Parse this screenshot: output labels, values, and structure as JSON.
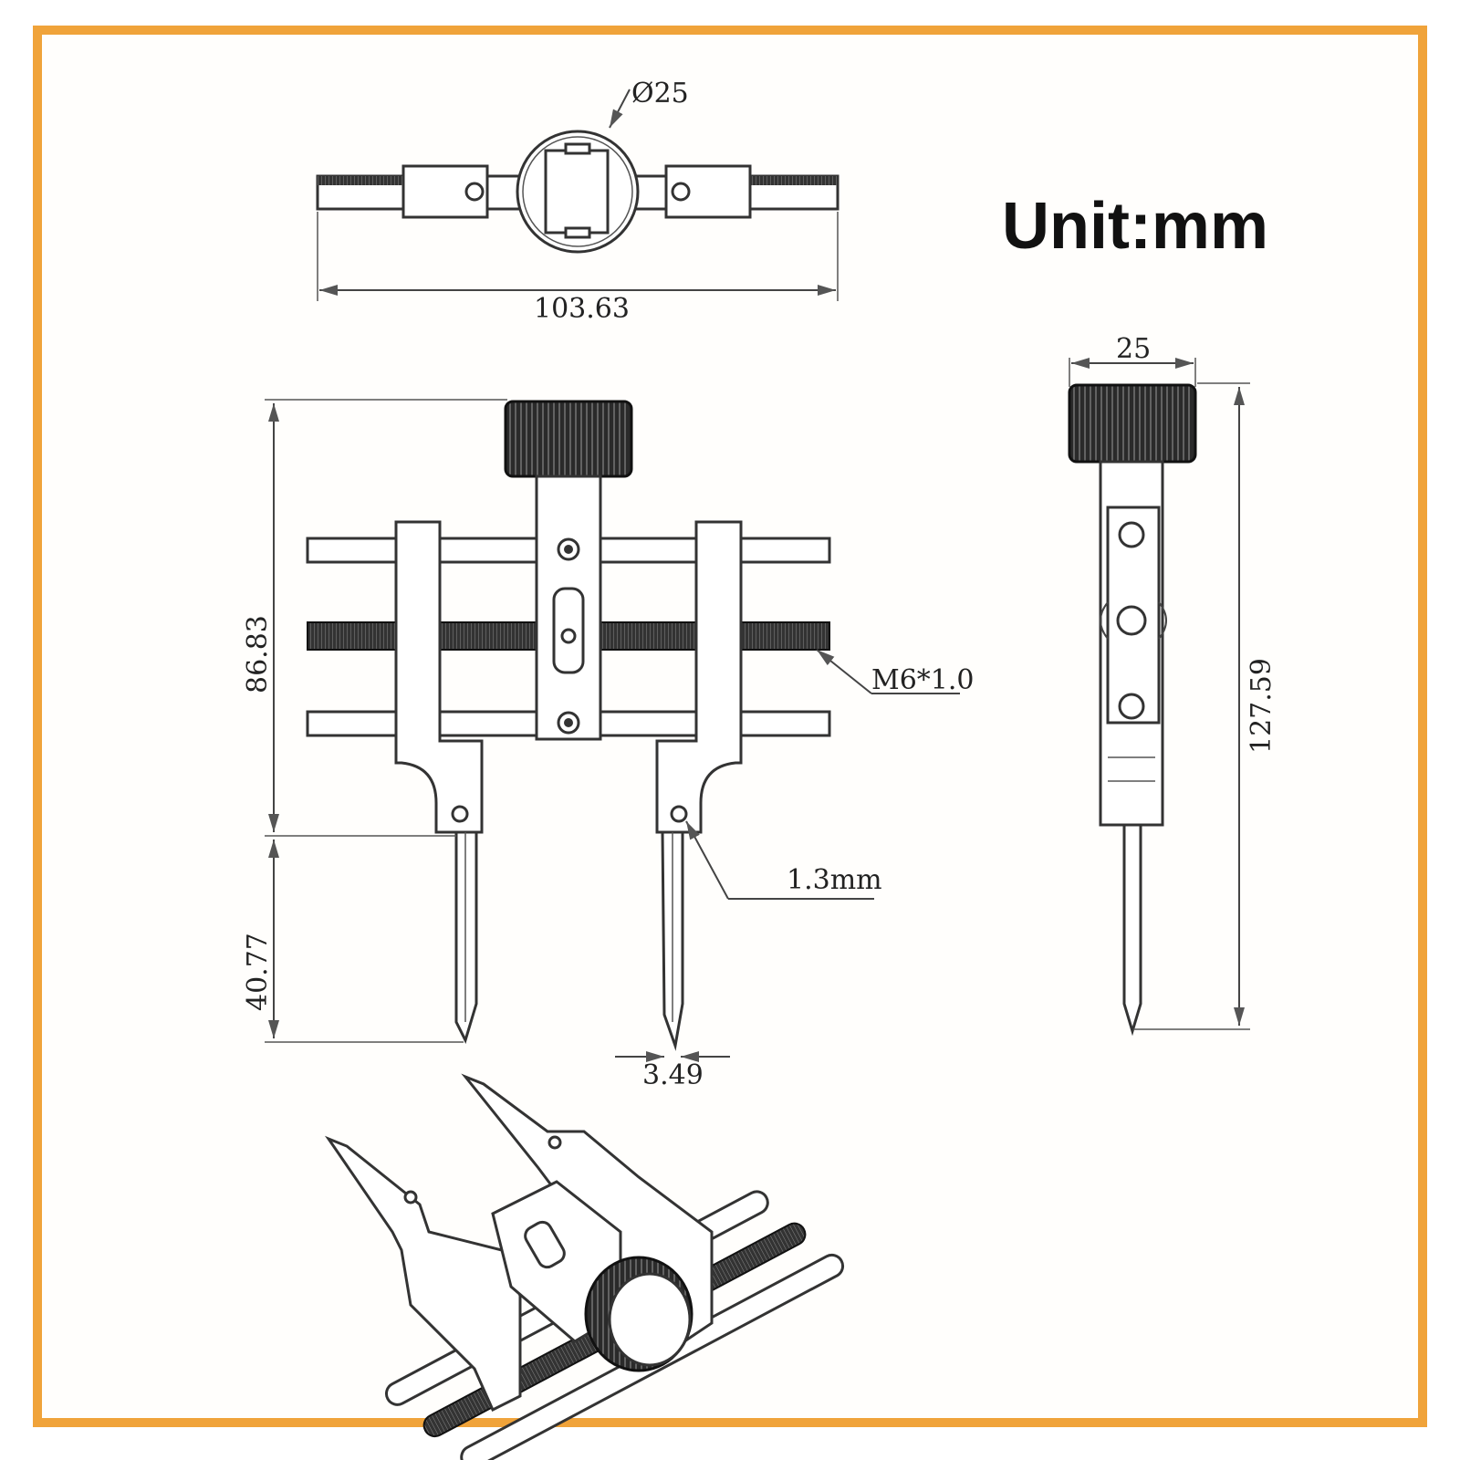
{
  "unit_label": "Unit:mm",
  "accent_color": "#f0a33a",
  "dimensions": {
    "top_width": "103.63",
    "knob_diameter": "Ø25",
    "upper_height": "86.83",
    "lower_height": "40.77",
    "thread": "M6*1.0",
    "pin_hole": "1.3mm",
    "tip_gap": "3.49",
    "side_width": "25",
    "total_height": "127.59"
  }
}
